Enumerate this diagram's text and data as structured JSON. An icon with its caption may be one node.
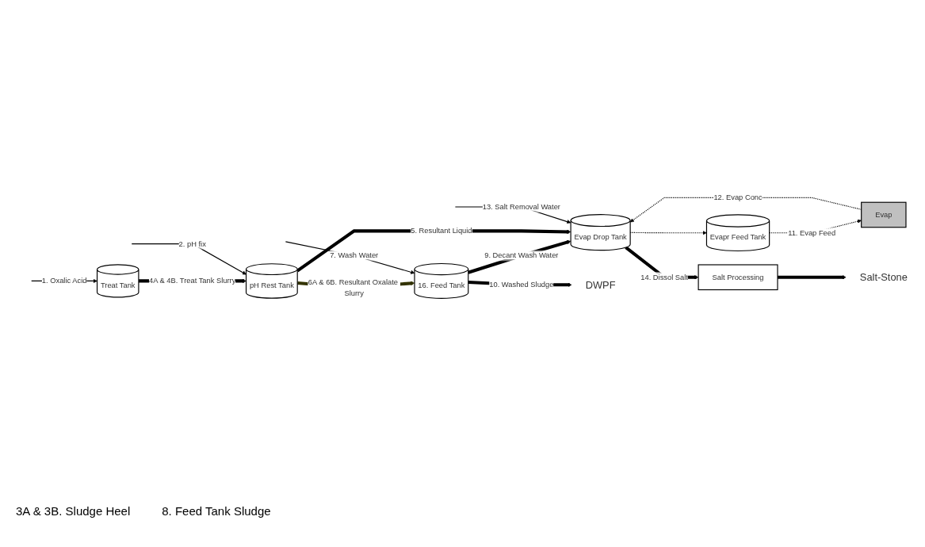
{
  "diagram": {
    "nodes": [
      {
        "text": [
          "Treat Tank"
        ]
      },
      {
        "text": [
          "pH Rest Tank"
        ]
      },
      {
        "text": [
          "16. Feed Tank"
        ]
      },
      {
        "text": [
          "Evap"
        ]
      },
      {
        "text": [
          "Evap Drop Tank"
        ]
      },
      {
        "text": [
          "Evapr Feed Tank"
        ]
      },
      {
        "text": [
          "Salt Processing"
        ]
      },
      {
        "text": [
          "DWPF"
        ]
      },
      {
        "text": [
          "Salt-Stone"
        ]
      }
    ],
    "edges": [
      {
        "from": null,
        "to": 0,
        "arrow": "to",
        "label": "1. Oxalic Acid"
      },
      {
        "from": 0,
        "to": 1,
        "arrow": "to",
        "label": "4A & 4B. Treat Tank Slurry",
        "style": "thick"
      },
      {
        "from": null,
        "to": 1,
        "arrow": "to",
        "label": "2. pH fix"
      },
      {
        "from": 1,
        "to": 2,
        "arrow": "to",
        "label": "6A & 6B. Resultant Oxalate Slurry",
        "style": "thick",
        "color": "#333300"
      },
      {
        "from": null,
        "to": 2,
        "arrow": "to",
        "label": "7. Wash Water"
      },
      {
        "from": 2,
        "to": 7,
        "arrow": "to",
        "label": "10. Washed Sludge",
        "style": "thick"
      },
      {
        "from": 2,
        "to": 4,
        "arrow": "to",
        "label": "9. Decant Wash Water",
        "style": "thick"
      },
      {
        "from": 1,
        "to": 4,
        "arrow": "to",
        "label": "5. Resultant Liquid",
        "style": "thick"
      },
      {
        "from": null,
        "to": 4,
        "arrow": "to",
        "label": "13. Salt Removal Water"
      },
      {
        "from": 3,
        "to": 4,
        "arrow": "to",
        "label": "12. Evap Conc",
        "style": "dashed"
      },
      {
        "from": 4,
        "to": 5,
        "arrow": "to",
        "style": "dashed"
      },
      {
        "from": 5,
        "to": 3,
        "arrow": "to",
        "label": "11. Evap Feed",
        "style": "dashed"
      },
      {
        "from": 4,
        "to": 6,
        "arrow": "to",
        "label": "14. Dissol Salt",
        "style": "thick"
      },
      {
        "from": 6,
        "to": 8,
        "arrow": "to",
        "style": "thick"
      }
    ],
    "labels": [
      "3A & 3B. Sludge Heel",
      "8. Feed Tank Sludge"
    ]
  }
}
